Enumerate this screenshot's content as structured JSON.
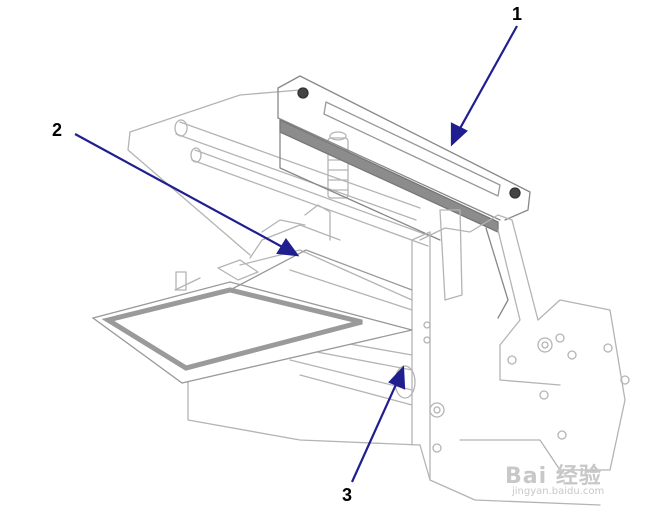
{
  "callouts": [
    {
      "number": "1"
    },
    {
      "number": "2"
    },
    {
      "number": "3"
    }
  ],
  "watermark": {
    "main": "Bai 经验",
    "sub": "jingyan.baidu.com"
  },
  "colors": {
    "line_art": "#b4b4b4",
    "leader": "#1f1f8f",
    "media_frame": "#9a9a9a",
    "callout_text": "#000000"
  }
}
